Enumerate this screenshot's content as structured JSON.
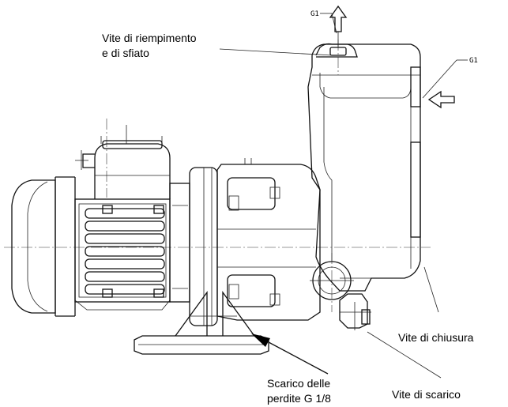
{
  "labels": {
    "fill_vent_line1": "Vite di riempimento",
    "fill_vent_line2": "e di sfiato",
    "closing_screw": "Vite di chiusura",
    "drain_leak_line1": "Scarico delle",
    "drain_leak_line2": "perdite G 1/8",
    "drain_screw": "Vite di scarico",
    "port_top": "G1",
    "port_side": "G1"
  },
  "colors": {
    "line": "#111111",
    "background": "#ffffff"
  }
}
